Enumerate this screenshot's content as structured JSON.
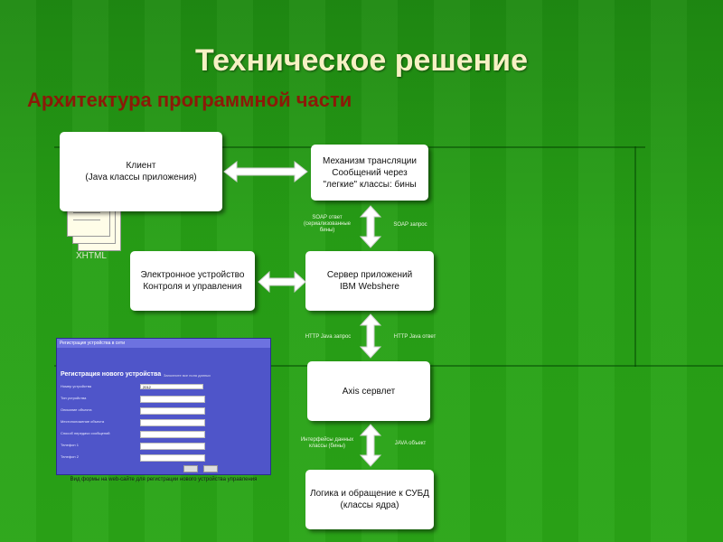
{
  "title": "Техническое решение",
  "subtitle": "Архитектура программной части",
  "nodes": {
    "client": "Клиент\n(Java классы приложения)",
    "broker": "Механизм трансляции\nСообщений через\n\"легкие\" классы: бины",
    "device": "Электронное устройство\nКонтроля и управления",
    "appserver": "Сервер приложений\nIBM Webshere",
    "axis": "Axis сервлет",
    "db": "Логика и обращение к СУБД\n(классы ядра)"
  },
  "edge_labels": {
    "broker_appserver_left": "SOAP ответ\n(сериализованные\nбины)",
    "broker_appserver_right": "SOAP запрос",
    "appserver_axis_left": "HTTP Java запрос",
    "appserver_axis_right": "HTTP Java ответ",
    "axis_db_left": "Интерфейсы данных\nклассы (бины)",
    "axis_db_right": "JAVA объект"
  },
  "doc_label": "XHTML",
  "form": {
    "window_title": "Регистрация устройства в сети",
    "heading": "Регистрация нового устройства",
    "hint": "Заполните все поля данных",
    "fields": [
      "Номер устройства",
      "Тип устройства",
      "Описание объекта",
      "Местоположение объекта",
      "Способ передачи сообщений",
      "Телефон 1",
      "Телефон 2"
    ],
    "first_value": "2012"
  },
  "form_caption": "Вид формы на web-сайте для регистрации нового устройства управления"
}
